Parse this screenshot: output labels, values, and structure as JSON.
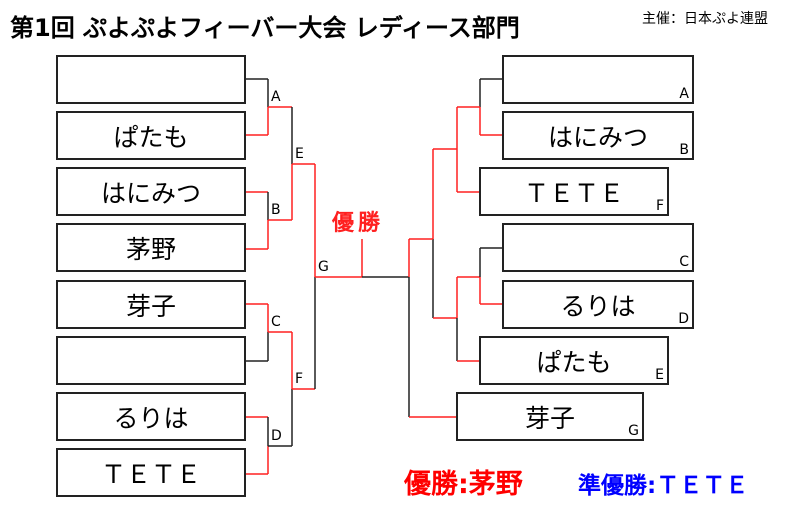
{
  "header": {
    "title": "第1回 ぷよぷよフィーバー大会 レディース部門",
    "sponsor": "主催：日本ぷよ連盟"
  },
  "left_entries": [
    "",
    "ぱたも",
    "はにみつ",
    "茅野",
    "芽子",
    "",
    "るりは",
    "ＴＥＴＥ"
  ],
  "right_entries": [
    {
      "name": "",
      "letter": "A"
    },
    {
      "name": "はにみつ",
      "letter": "B"
    },
    {
      "name": "ＴＥＴＥ",
      "letter": "F"
    },
    {
      "name": "",
      "letter": "C"
    },
    {
      "name": "るりは",
      "letter": "D"
    },
    {
      "name": "ぱたも",
      "letter": "E"
    },
    {
      "name": "芽子",
      "letter": "G"
    }
  ],
  "match_labels": {
    "A": "A",
    "B": "B",
    "C": "C",
    "D": "D",
    "E": "E",
    "F": "F",
    "G": "G"
  },
  "champion_mark": "優勝",
  "result": {
    "winner": "優勝:茅野",
    "runner_up": "準優勝:ＴＥＴＥ"
  },
  "colors": {
    "win_line": "#ff2020",
    "line": "#222222",
    "winner_text": "#ff0000",
    "runner_up_text": "#0000ff"
  }
}
